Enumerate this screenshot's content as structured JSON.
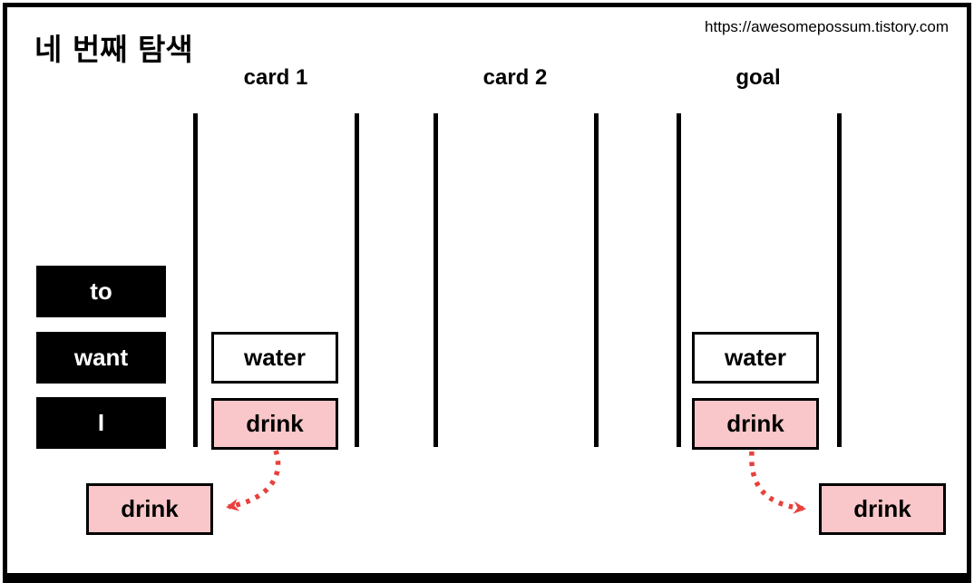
{
  "header": {
    "title": "네 번째 탐색",
    "watermark": "https://awesomepossum.tistory.com"
  },
  "columns": {
    "card1": {
      "label": "card 1",
      "stack": [
        {
          "word": "water",
          "style": "plain"
        },
        {
          "word": "drink",
          "style": "pink"
        }
      ]
    },
    "card2": {
      "label": "card 2",
      "stack": []
    },
    "goal": {
      "label": "goal",
      "stack": [
        {
          "word": "water",
          "style": "plain"
        },
        {
          "word": "drink",
          "style": "pink"
        }
      ]
    }
  },
  "query_words": [
    {
      "word": "to"
    },
    {
      "word": "want"
    },
    {
      "word": "I"
    }
  ],
  "popped": {
    "from_card1": {
      "word": "drink"
    },
    "from_goal": {
      "word": "drink"
    }
  },
  "colors": {
    "pink": "#f9c7c9",
    "red": "#e8413c",
    "ink": "#000000",
    "paper": "#ffffff"
  }
}
